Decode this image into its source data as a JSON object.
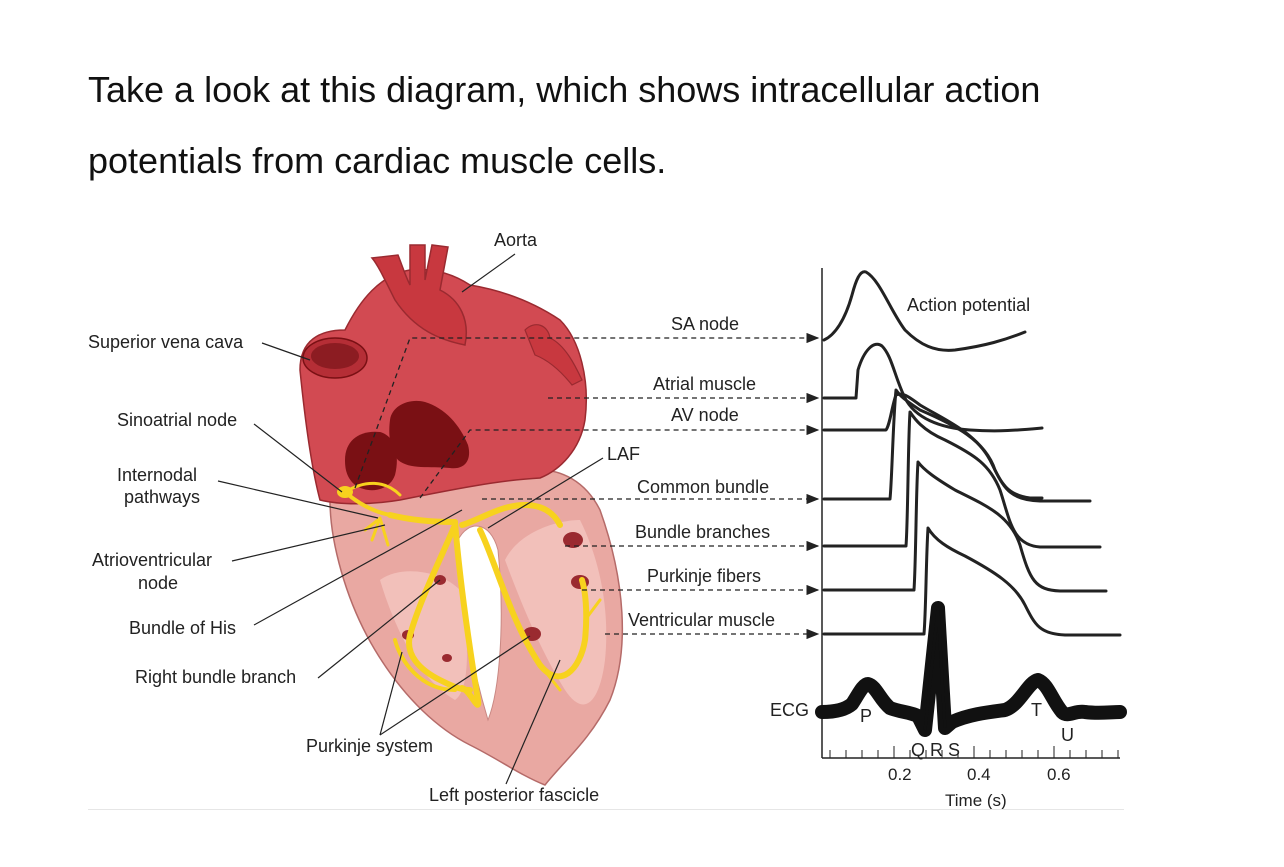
{
  "intro": {
    "line1": "Take a look at this diagram, which shows intracellular action",
    "line2": "potentials from cardiac muscle cells."
  },
  "heart_labels": {
    "aorta": "Aorta",
    "svc": "Superior vena cava",
    "sa_node": "Sinoatrial node",
    "internodal": [
      "Internodal",
      "pathways"
    ],
    "av_node": [
      "Atrioventricular",
      "node"
    ],
    "his": "Bundle of His",
    "rbb": "Right bundle branch",
    "purkinje": "Purkinje system",
    "lpf": "Left posterior fascicle",
    "laf": "LAF"
  },
  "trace_labels": {
    "sa": "SA node",
    "atrial": "Atrial muscle",
    "av": "AV node",
    "common": "Common bundle",
    "branches": "Bundle branches",
    "purkinje": "Purkinje fibers",
    "ventricular": "Ventricular muscle",
    "action_potential": "Action potential"
  },
  "ecg": {
    "label": "ECG",
    "waves": {
      "p": "P",
      "qrs": "Q R S",
      "t": "T",
      "u": "U"
    },
    "x_ticks": [
      "0.2",
      "0.4",
      "0.6"
    ],
    "x_title": "Time (s)"
  },
  "colors": {
    "myocardium": "#d64a52",
    "ventricle": "#e8a6a0",
    "conduction": "#f7d21e",
    "dark": "#7a1014",
    "ink": "#222222"
  }
}
